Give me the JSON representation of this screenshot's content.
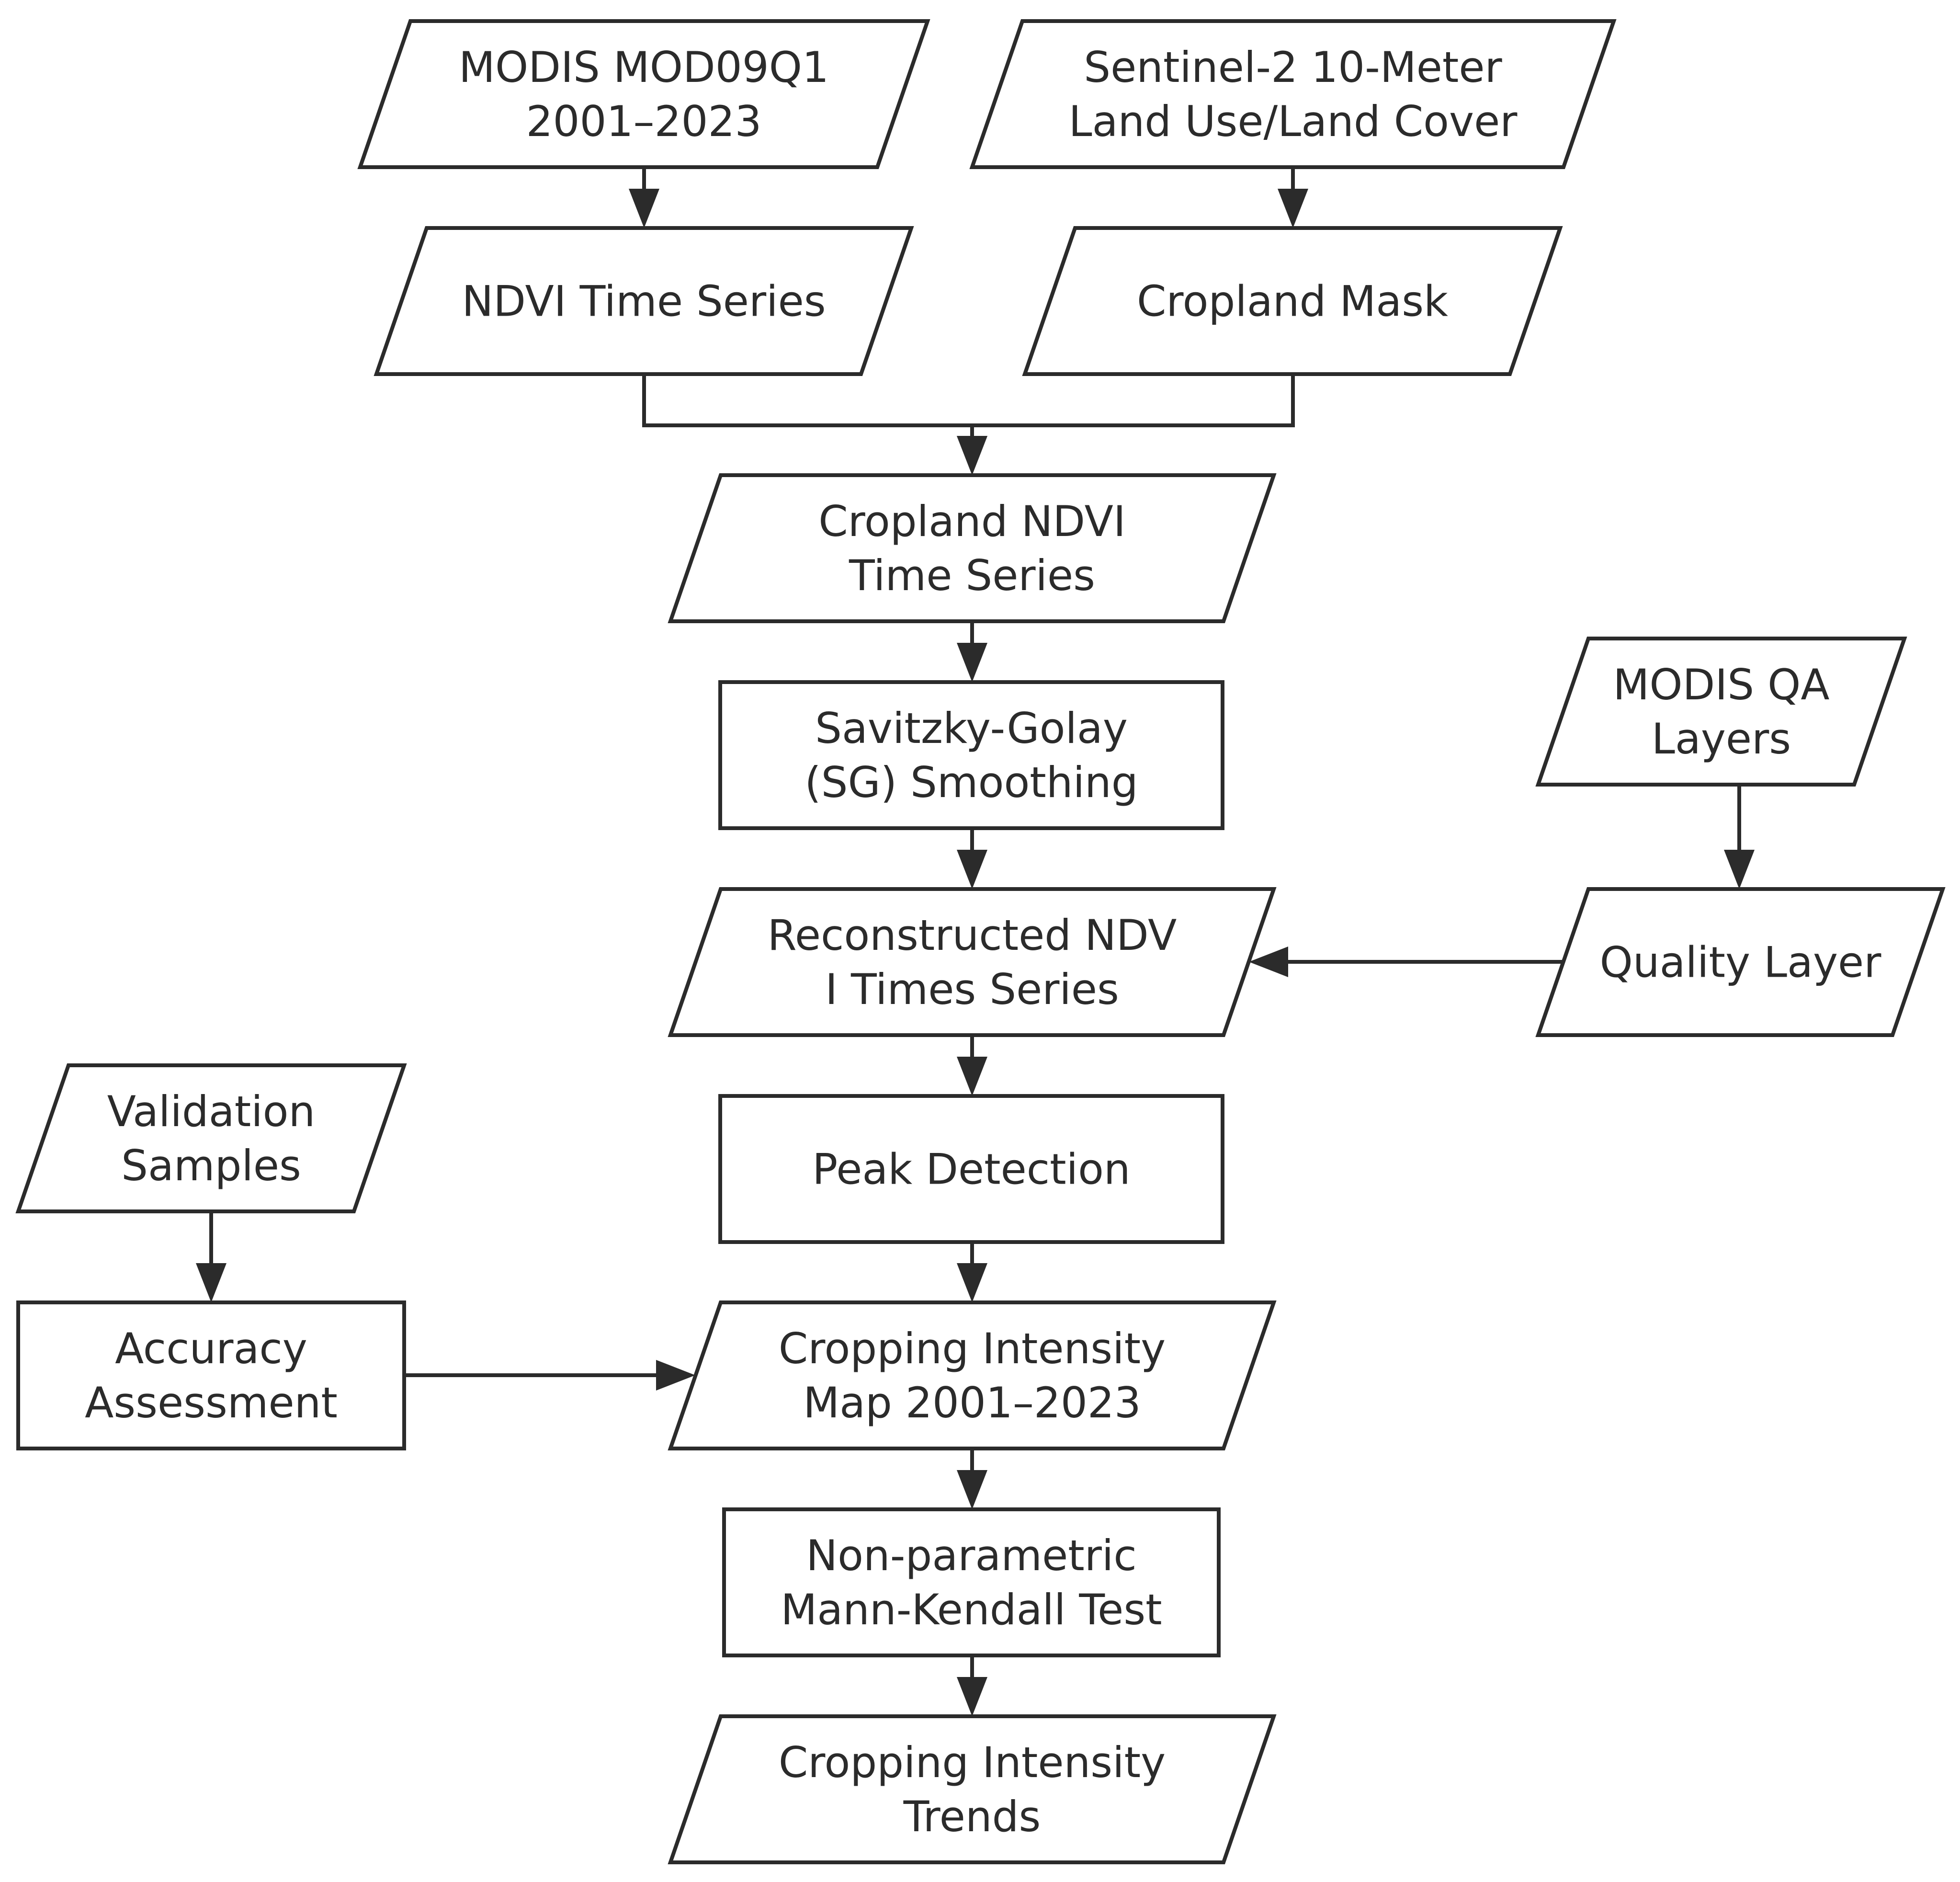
{
  "colors": {
    "stroke": "#2b2b2b",
    "fill": "#ffffff",
    "background": "#ffffff"
  },
  "nodes": [
    {
      "id": "modis",
      "shape": "parallelogram",
      "lines": [
        "MODIS MOD09Q1",
        "2001–2023"
      ]
    },
    {
      "id": "sentinel",
      "shape": "parallelogram",
      "lines": [
        "Sentinel-2 10-Meter",
        "Land Use/Land Cover"
      ]
    },
    {
      "id": "ndvi",
      "shape": "parallelogram",
      "lines": [
        "NDVI Time Series"
      ]
    },
    {
      "id": "mask",
      "shape": "parallelogram",
      "lines": [
        "Cropland Mask"
      ]
    },
    {
      "id": "crop_ndvi",
      "shape": "parallelogram",
      "lines": [
        "Cropland NDVI",
        "Time Series"
      ]
    },
    {
      "id": "sg",
      "shape": "rectangle",
      "lines": [
        "Savitzky-Golay",
        "(SG) Smoothing"
      ]
    },
    {
      "id": "qa",
      "shape": "parallelogram",
      "lines": [
        "MODIS QA",
        "Layers"
      ]
    },
    {
      "id": "recon",
      "shape": "parallelogram",
      "lines": [
        "Reconstructed NDV",
        "I Times Series"
      ]
    },
    {
      "id": "quality",
      "shape": "parallelogram",
      "lines": [
        "Quality Layer"
      ]
    },
    {
      "id": "validation",
      "shape": "parallelogram",
      "lines": [
        "Validation",
        "Samples"
      ]
    },
    {
      "id": "peak",
      "shape": "rectangle",
      "lines": [
        "Peak Detection"
      ]
    },
    {
      "id": "accuracy",
      "shape": "rectangle",
      "lines": [
        "Accuracy",
        "Assessment"
      ]
    },
    {
      "id": "map",
      "shape": "parallelogram",
      "lines": [
        "Cropping Intensity",
        "Map 2001–2023"
      ]
    },
    {
      "id": "mk",
      "shape": "rectangle",
      "lines": [
        "Non-parametric",
        "Mann-Kendall Test"
      ]
    },
    {
      "id": "trends",
      "shape": "parallelogram",
      "lines": [
        "Cropping Intensity",
        "Trends"
      ]
    }
  ],
  "edges": [
    {
      "from": "modis",
      "to": "ndvi"
    },
    {
      "from": "sentinel",
      "to": "mask"
    },
    {
      "from": "ndvi",
      "to": "crop_ndvi"
    },
    {
      "from": "mask",
      "to": "crop_ndvi"
    },
    {
      "from": "crop_ndvi",
      "to": "sg"
    },
    {
      "from": "sg",
      "to": "recon"
    },
    {
      "from": "qa",
      "to": "quality"
    },
    {
      "from": "quality",
      "to": "recon"
    },
    {
      "from": "recon",
      "to": "peak"
    },
    {
      "from": "validation",
      "to": "accuracy"
    },
    {
      "from": "peak",
      "to": "map"
    },
    {
      "from": "accuracy",
      "to": "map"
    },
    {
      "from": "map",
      "to": "mk"
    },
    {
      "from": "mk",
      "to": "trends"
    }
  ]
}
